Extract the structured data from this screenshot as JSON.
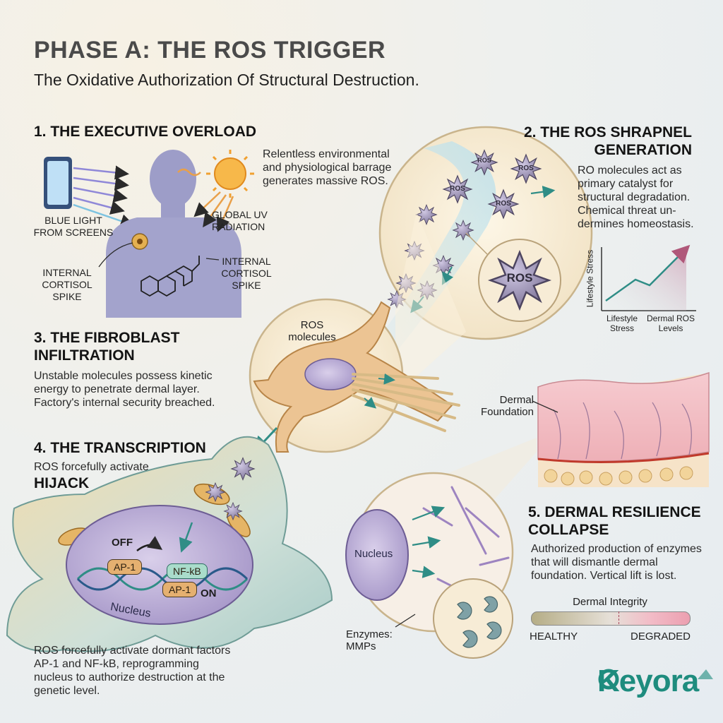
{
  "header": {
    "title": "PHASE A: THE ROS TRIGGER",
    "subtitle": "The Oxidative Authorization Of Structural Destruction."
  },
  "sections": {
    "s1": {
      "title": "1. THE EXECUTIVE OVERLOAD",
      "body": "Relentless environmental and physiological barrage generates massive ROS.",
      "labels": {
        "blue_light": "BLUE LIGHT FROM SCREENS",
        "uv": "GLOBAL UV RADIATION",
        "cortisol_left": "INTERNAL CORTISOL SPIKE",
        "cortisol_right": "INTERNAL CORTISOL SPIKE"
      }
    },
    "s2": {
      "title_line1": "2. THE ROS SHRAPNEL",
      "title_line2": "GENERATION",
      "body": "RO molecules act as primary catalyst for structural degradation. Chemical threat un- dermines homeostasis.",
      "ros_label": "ROS",
      "chart": {
        "ylabel": "Lifestyle Stress",
        "x1": "Lifestyle Stress",
        "x2": "Dermal ROS Levels"
      }
    },
    "s3": {
      "title_line1": "3. THE FIBROBLAST",
      "title_line2": "INFILTRATION",
      "body": "Unstable molecules possess kinetic energy to penetrate dermal layer. Factory's internal security breached.",
      "ros_molecules_label": "ROS molecules"
    },
    "s4": {
      "title": "4. THE TRANSCRIPTION",
      "intro": "ROS forcefully activate",
      "hijack": "HIJACK",
      "body": "ROS forcefully activate dormant factors AP-1 and NF-kB, reprogramming nucleus to authorize destruction at the genetic level.",
      "off": "OFF",
      "on": "ON",
      "ap1": "AP-1",
      "nfkb": "NF-kB",
      "nucleus": "Nucleus"
    },
    "s5": {
      "title_line1": "5. DERMAL RESILIENCE",
      "title_line2": "COLLAPSE",
      "body": "Authorized production of enzymes that will dismantle dermal foundation. Vertical lift is lost.",
      "dermal_foundation": "Dermal Foundation",
      "nucleus": "Nucleus",
      "enzymes": "Enzymes: MMPs",
      "integrity": {
        "title": "Dermal Integrity",
        "left": "HEALTHY",
        "right": "DEGRADED"
      }
    }
  },
  "brand": {
    "logo": "Keyora"
  },
  "colors": {
    "ros": "#8d84a8",
    "teal": "#2f8d86",
    "fibroblast": "#e9c48e",
    "nucleus": "#b8acd2",
    "skin": "#f0b8bf",
    "brand": "#1e8c7e"
  }
}
